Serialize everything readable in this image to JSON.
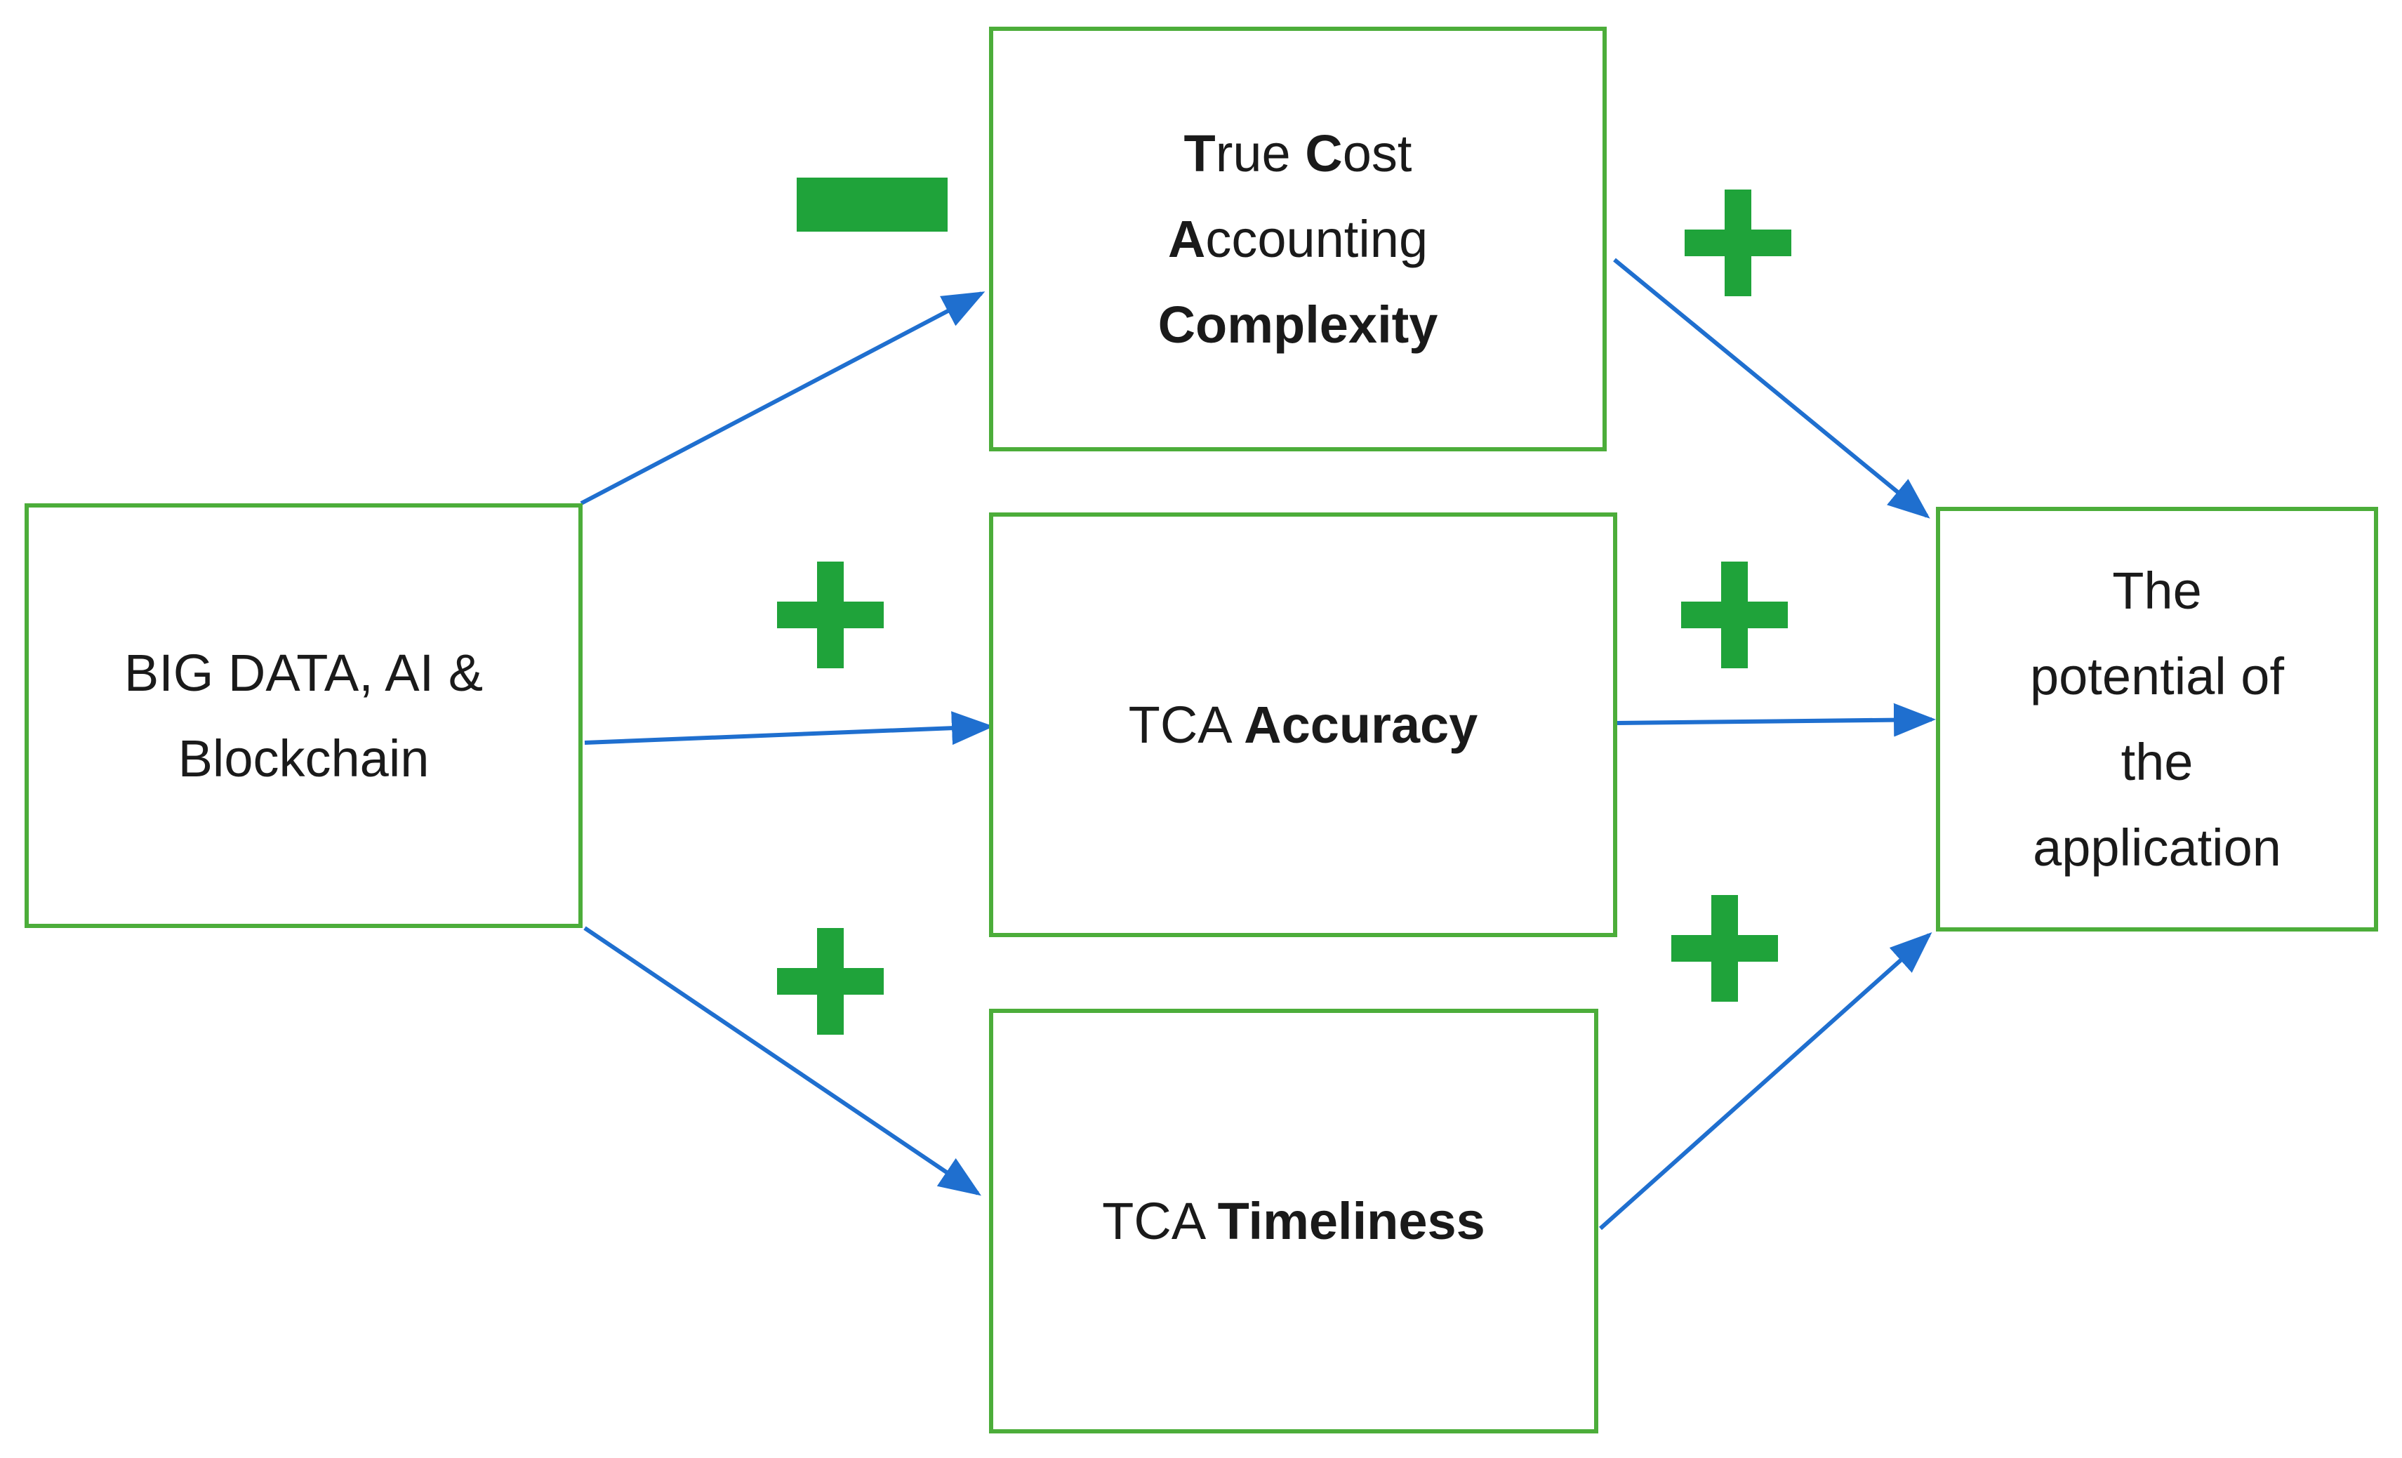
{
  "boxes": {
    "source": {
      "lines": [
        "BIG DATA, AI &",
        "Blockchain"
      ]
    },
    "complexity": {
      "line1": {
        "bold": "T",
        "rest1": "rue ",
        "bold2": "C",
        "rest2": "ost"
      },
      "line2": {
        "bold": "A",
        "rest": "ccounting"
      },
      "line3": {
        "bold": "Complexity"
      }
    },
    "accuracy": {
      "prefix": "TCA ",
      "bold": "Accuracy"
    },
    "timeliness": {
      "prefix": "TCA ",
      "bold": "Timeliness"
    },
    "target": {
      "lines": [
        "The",
        "potential of",
        "the",
        "application"
      ]
    }
  },
  "effects": {
    "source_to_complexity": "negative",
    "source_to_accuracy": "positive",
    "source_to_timeliness": "positive",
    "complexity_to_target": "positive",
    "accuracy_to_target": "positive",
    "timeliness_to_target": "positive"
  },
  "colors": {
    "box_border": "#4cad3a",
    "sign": "#1fa33a",
    "arrow": "#1f6fcf",
    "text": "#1a1a1a"
  }
}
